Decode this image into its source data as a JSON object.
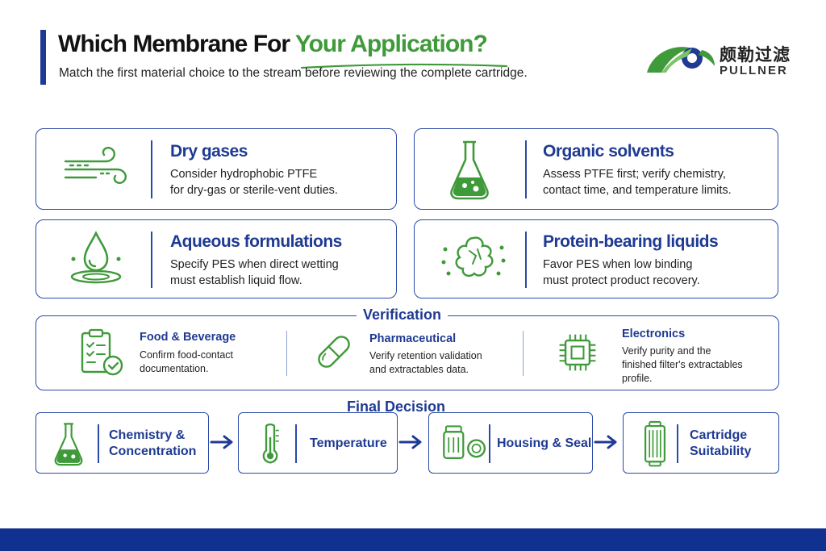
{
  "header": {
    "title_main": "Which Membrane For ",
    "title_accent": "Your Application?",
    "subtitle": "Match the first material choice to the stream before reviewing the complete cartridge."
  },
  "logo": {
    "cn": "颇勒过滤",
    "en": "PULLNER"
  },
  "colors": {
    "brand_blue": "#1f3a93",
    "accent_green": "#3f9a3a",
    "footer": "#10318f"
  },
  "cards": [
    {
      "icon": "wind-icon",
      "title": "Dry gases",
      "lines": [
        "Consider hydrophobic PTFE",
        "for dry-gas or sterile-vent duties."
      ]
    },
    {
      "icon": "flask-icon",
      "title": "Organic solvents",
      "lines": [
        "Assess PTFE first; verify chemistry,",
        "contact time, and temperature limits."
      ]
    },
    {
      "icon": "water-drop-icon",
      "title": "Aqueous formulations",
      "lines": [
        "Specify PES when direct wetting",
        "must establish liquid flow."
      ]
    },
    {
      "icon": "protein-icon",
      "title": "Protein-bearing liquids",
      "lines": [
        "Favor PES when low binding",
        "must protect product recovery."
      ]
    }
  ],
  "verification": {
    "label": "Verification",
    "items": [
      {
        "icon": "clipboard-check-icon",
        "title": "Food & Beverage",
        "lines": [
          "Confirm food-contact",
          "documentation."
        ]
      },
      {
        "icon": "capsule-icon",
        "title": "Pharmaceutical",
        "lines": [
          "Verify retention validation",
          "and extractables data."
        ]
      },
      {
        "icon": "chip-icon",
        "title": "Electronics",
        "lines": [
          "Verify purity and the",
          "finished filter's extractables",
          "profile."
        ]
      }
    ]
  },
  "final": {
    "label": "Final Decision",
    "steps": [
      {
        "icon": "flask-icon",
        "lines": [
          "Chemistry &",
          "Concentration"
        ]
      },
      {
        "icon": "thermometer-icon",
        "lines": [
          "Temperature"
        ]
      },
      {
        "icon": "housing-seal-icon",
        "lines": [
          "Housing & Seal"
        ]
      },
      {
        "icon": "cartridge-icon",
        "lines": [
          "Cartridge",
          "Suitability"
        ]
      }
    ]
  }
}
